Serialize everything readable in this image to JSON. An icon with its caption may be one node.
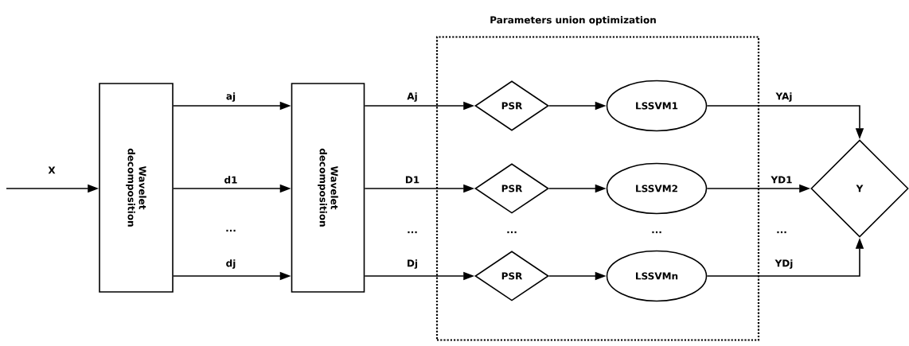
{
  "diagram": {
    "nodes": [
      {
        "text": [
          "Wavelet decomposition"
        ]
      },
      {
        "text": [
          "Wavelet decomposition"
        ]
      },
      {
        "text": [
          "Parameters union optimization"
        ]
      },
      {
        "text": [
          "PSR"
        ],
        "in": 2
      },
      {
        "text": [
          "LSSVM1"
        ],
        "in": 2
      },
      {
        "text": [
          "PSR"
        ],
        "in": 2
      },
      {
        "text": [
          "LSSVM2"
        ],
        "in": 2
      },
      {
        "text": [
          "PSR"
        ],
        "in": 2
      },
      {
        "text": [
          "LSSVMn"
        ],
        "in": 2
      },
      {
        "text": [
          "Y"
        ]
      }
    ],
    "edges": [
      {
        "from": null,
        "to": 0,
        "arrow": "to",
        "label": "X"
      },
      {
        "from": 0,
        "to": 1,
        "arrow": "to",
        "label": "aj"
      },
      {
        "from": 0,
        "to": 1,
        "arrow": "to",
        "label": "d1"
      },
      {
        "from": 0,
        "to": 1,
        "arrow": "to",
        "label": "dj"
      },
      {
        "from": 1,
        "to": 3,
        "arrow": "to",
        "label": "Aj"
      },
      {
        "from": 1,
        "to": 5,
        "arrow": "to",
        "label": "D1"
      },
      {
        "from": 1,
        "to": 7,
        "arrow": "to",
        "label": "Dj"
      },
      {
        "from": 3,
        "to": 4,
        "arrow": "to"
      },
      {
        "from": 5,
        "to": 6,
        "arrow": "to"
      },
      {
        "from": 7,
        "to": 8,
        "arrow": "to"
      },
      {
        "from": 4,
        "to": 9,
        "arrow": "to",
        "label": "YAj"
      },
      {
        "from": 6,
        "to": 9,
        "arrow": "to",
        "label": "YD1"
      },
      {
        "from": 8,
        "to": 9,
        "arrow": "to",
        "label": "YDj"
      }
    ],
    "labels": [
      "...",
      "...",
      "...",
      "...",
      "..."
    ]
  }
}
